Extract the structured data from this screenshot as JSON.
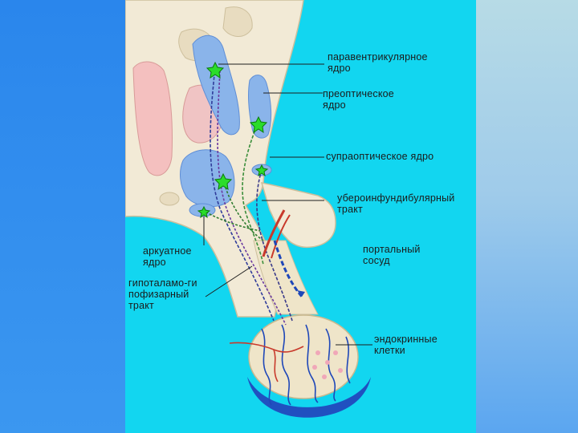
{
  "labels": {
    "paraventricular": "паравентрикулярное\nядро",
    "preoptic": "преоптическое\nядро",
    "supraoptic": "супраоптическое ядро",
    "tuberoinfundibular": "убероинфундибулярный\nтракт",
    "arcuate": "аркуатное\nядро",
    "portal": "портальный\nсосуд",
    "hypothalamo_hypophyseal": "гипоталамо-ги\nпофизарный\nтракт",
    "endocrine": "эндокринные\nклетки"
  },
  "colors": {
    "slide_bg": "#12d6f0",
    "tissue": "#f2ead6",
    "nucleus_blue": "#8ab4ea",
    "artery_red": "#c8392b",
    "vein_blue": "#1f47b8",
    "neuron_green": "#2bdc2b"
  }
}
